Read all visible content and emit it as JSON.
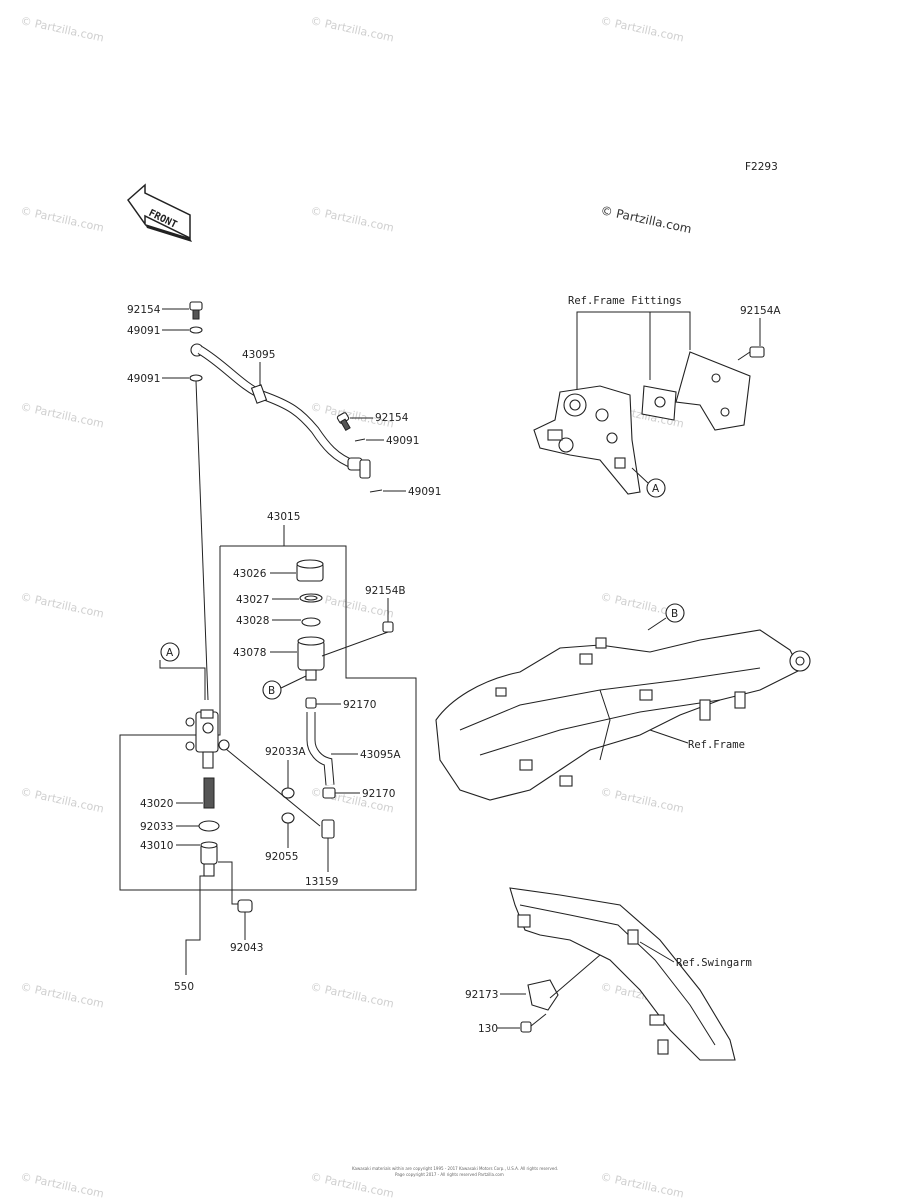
{
  "figure_code": "F2293",
  "front_arrow_label": "FRONT",
  "copyright_mark": "© Partzilla.com",
  "watermark_text": "© Partzilla.com",
  "callouts": {
    "92154_top": "92154",
    "49091_a": "49091",
    "49091_b": "49091",
    "43095": "43095",
    "92154_mid": "92154",
    "49091_c": "49091",
    "49091_d": "49091",
    "43015": "43015",
    "43026": "43026",
    "43027": "43027",
    "43028": "43028",
    "43078": "43078",
    "92154B": "92154B",
    "92170_a": "92170",
    "92033A": "92033A",
    "43095A": "43095A",
    "92170_b": "92170",
    "43020": "43020",
    "92033": "92033",
    "43010": "43010",
    "92055": "92055",
    "13159": "13159",
    "92043": "92043",
    "550": "550",
    "92154A": "92154A",
    "92173": "92173",
    "130": "130"
  },
  "refs": {
    "frame_fittings": "Ref.Frame Fittings",
    "frame": "Ref.Frame",
    "swingarm": "Ref.Swingarm"
  },
  "markers": {
    "a": "A",
    "b": "B"
  },
  "footer_line1": "Kawasaki materials within are copyright 1995 - 2017 Kawasaki Motors Corp., U.S.A. All rights reserved.",
  "footer_line2": "Page copyright 2017 - All rights reserved Partzilla.com"
}
